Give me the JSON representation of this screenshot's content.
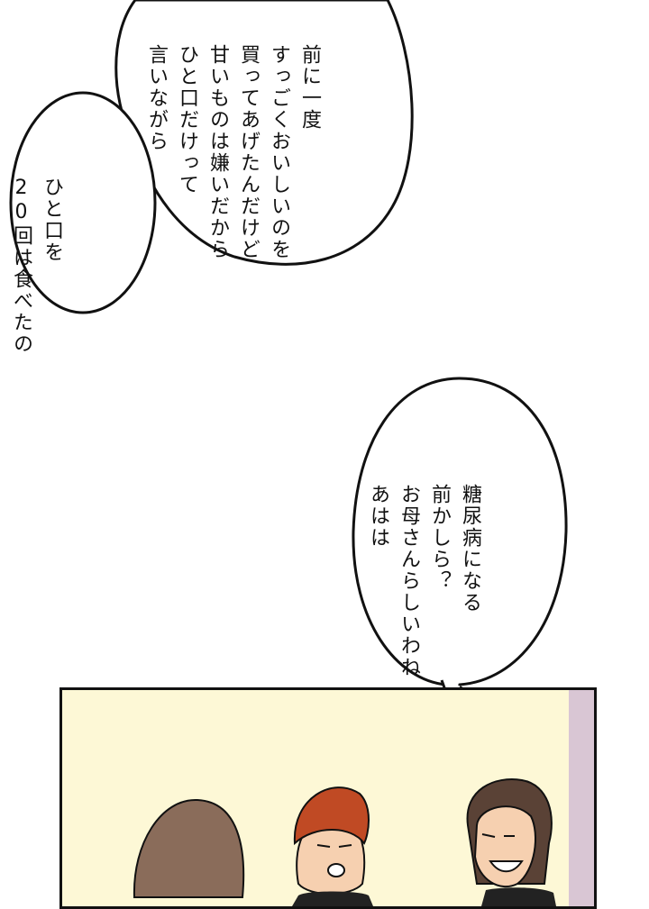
{
  "bubbles": {
    "top_large": {
      "lines": [
        "前に一度",
        "すっごくおいしいのを",
        "買ってあげたんだけど",
        "甘いものは嫌いだから",
        "ひと口だけって",
        "言いながら"
      ]
    },
    "top_small": {
      "lines": [
        "ひと口を",
        "20回は食べたの"
      ]
    },
    "right": {
      "lines": [
        "糖尿病になる",
        "前かしら？",
        "お母さんらしいわね",
        "あはは"
      ]
    }
  },
  "colors": {
    "panel_bg": "#fdf8d6",
    "panel_right_strip": "#d9c6d4",
    "panel_border": "#111111",
    "hair_left": "#8a6c5a",
    "hair_middle": "#c04a24",
    "hair_right": "#5a4236",
    "skin": "#f6d0b0"
  }
}
